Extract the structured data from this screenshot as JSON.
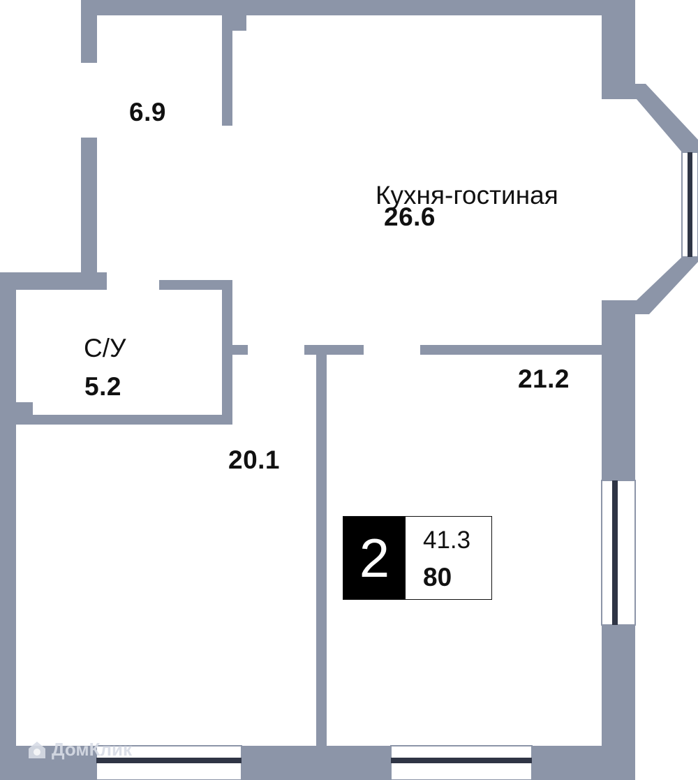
{
  "colors": {
    "wall": "#8c95a8",
    "window_frame": "#2f3545",
    "badge_bg": "#000000"
  },
  "rooms": {
    "hall": {
      "area": "6.9"
    },
    "kitchen_living": {
      "name": "Кухня-гостиная",
      "area": "26.6"
    },
    "bathroom": {
      "name": "С/У",
      "area": "5.2"
    },
    "bedroom_left": {
      "area": "20.1"
    },
    "bedroom_right": {
      "area": "21.2"
    }
  },
  "summary": {
    "rooms": "2",
    "living_area": "41.3",
    "total_area": "80"
  },
  "watermark": {
    "text": "ДомКлик",
    "icon": "house-icon"
  }
}
